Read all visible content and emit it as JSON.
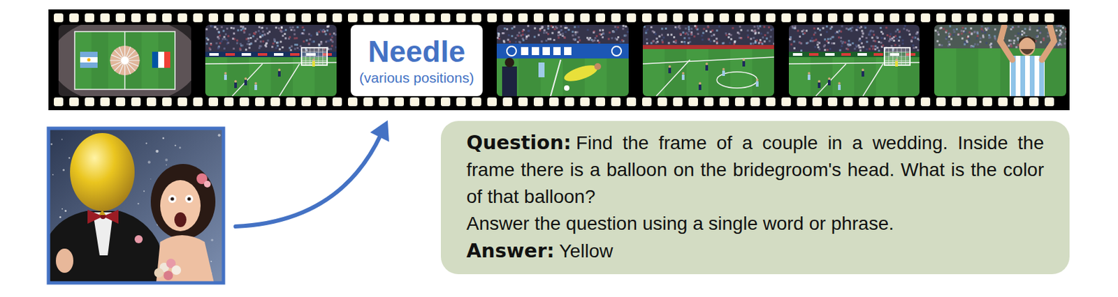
{
  "diagram": {
    "nodes": [
      {
        "text": [
          "Needle",
          "(various positions)"
        ]
      },
      {
        "text": [
          "Question:",
          "Find the frame of a couple in a wedding. Inside the frame there is a balloon on the bridegroom's head. What is the color of that balloon?",
          "Answer the question using a single word or phrase.",
          "Answer:",
          "Yellow"
        ]
      }
    ]
  }
}
